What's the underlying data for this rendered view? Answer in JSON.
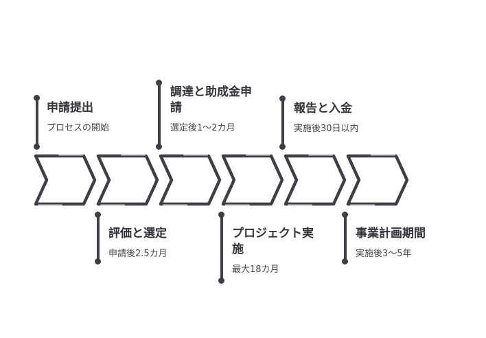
{
  "diagram": {
    "type": "process-timeline",
    "background_color": "#ffffff",
    "stroke_color": "#3e3e45",
    "sketch_accent_color": "#c6c6c6",
    "title_color": "#33333a",
    "subtitle_color": "#46464c",
    "chevron_count": 6,
    "steps": [
      {
        "index": 1,
        "position": "top",
        "title": "申請提出",
        "subtitle": "プロセスの開始"
      },
      {
        "index": 2,
        "position": "bottom",
        "title": "評価と選定",
        "subtitle": "申請後2.5カ月"
      },
      {
        "index": 3,
        "position": "top",
        "title": "調達と助成金申請",
        "subtitle": "選定後1〜2カ月"
      },
      {
        "index": 4,
        "position": "bottom",
        "title": "プロジェクト実施",
        "subtitle": "最大18カ月"
      },
      {
        "index": 5,
        "position": "top",
        "title": "報告と入金",
        "subtitle": "実施後30日以内"
      },
      {
        "index": 6,
        "position": "bottom",
        "title": "事業計画期間",
        "subtitle": "実施後3〜5年"
      }
    ]
  }
}
